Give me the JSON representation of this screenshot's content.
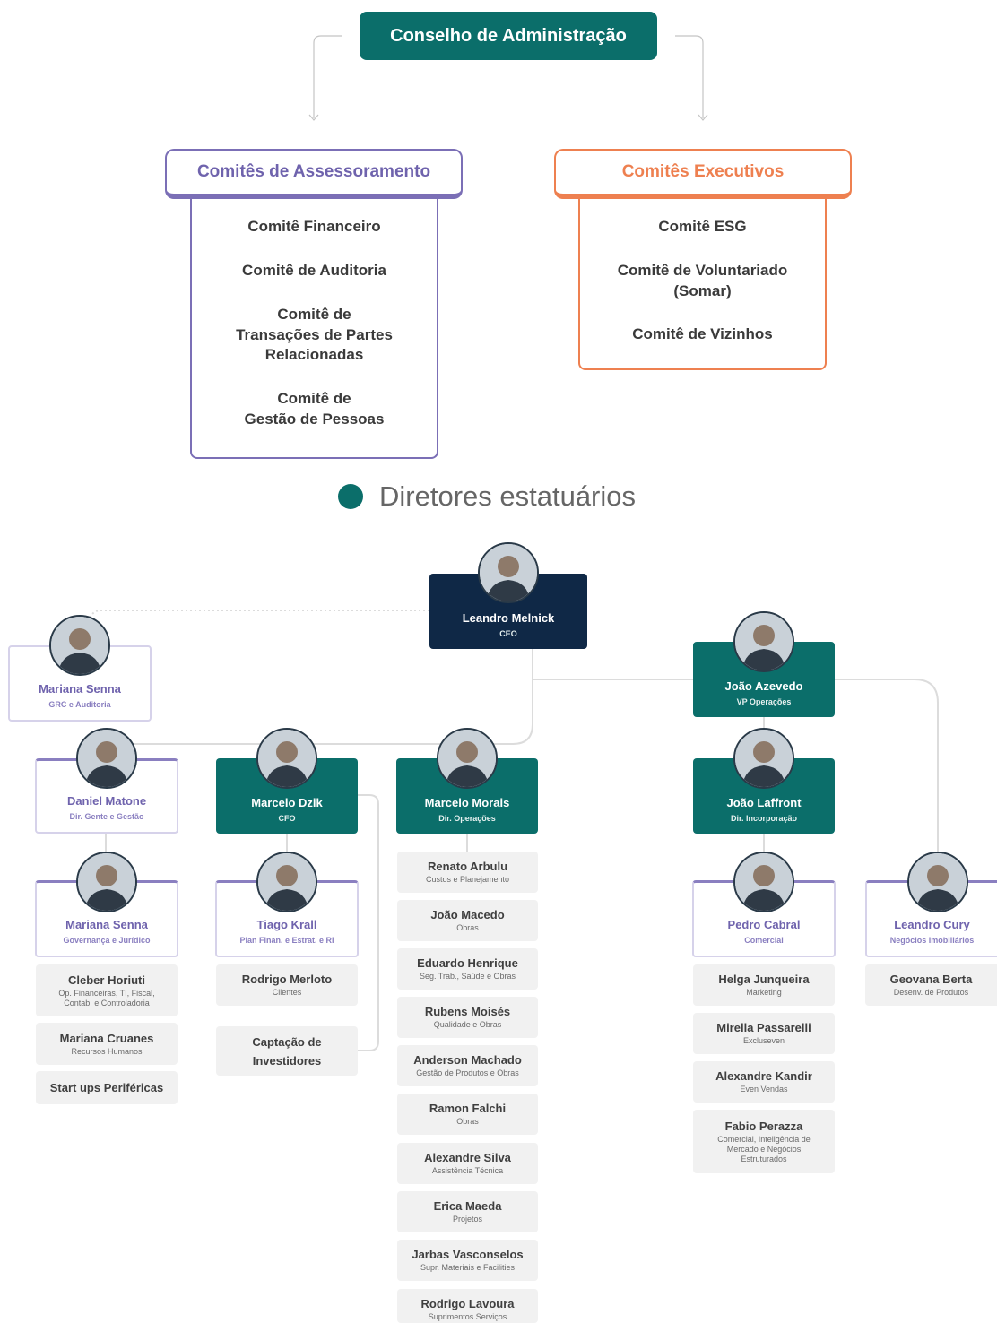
{
  "board": {
    "label": "Conselho de Administração"
  },
  "committees": {
    "advisory": {
      "title": "Comitês de Assessoramento",
      "items": [
        "Comitê Financeiro",
        "Comitê de Auditoria",
        "Comitê de\nTransações de Partes\nRelacionadas",
        "Comitê de\nGestão de Pessoas"
      ]
    },
    "executive": {
      "title": "Comitês Executivos",
      "items": [
        "Comitê ESG",
        "Comitê de Voluntariado\n(Somar)",
        "Comitê de Vizinhos"
      ]
    }
  },
  "legend": {
    "label": "Diretores estatuários",
    "color": "#0b6e6a"
  },
  "colors": {
    "statutory": "#0b6e6a",
    "ceo": "#0f2846",
    "advisory": "#7b6fb6",
    "executive": "#ee8050"
  },
  "people": {
    "ceo": {
      "name": "Leandro Melnick",
      "role": "CEO"
    },
    "grc": {
      "name": "Mariana Senna",
      "role": "GRC e Auditoria"
    },
    "vp_ops": {
      "name": "João Azevedo",
      "role": "VP Operações"
    },
    "gente": {
      "name": "Daniel Matone",
      "role": "Dir. Gente e Gestão"
    },
    "cfo": {
      "name": "Marcelo Dzik",
      "role": "CFO"
    },
    "operacoes": {
      "name": "Marcelo Morais",
      "role": "Dir. Operações"
    },
    "incorporacao": {
      "name": "João Laffront",
      "role": "Dir. Incorporação"
    },
    "juridico": {
      "name": "Mariana Senna",
      "role": "Governança e Jurídico"
    },
    "ri": {
      "name": "Tiago Krall",
      "role": "Plan Finan. e Estrat. e RI"
    },
    "comercial": {
      "name": "Pedro Cabral",
      "role": "Comercial"
    },
    "imobiliarios": {
      "name": "Leandro Cury",
      "role": "Negócios Imobiliários"
    }
  },
  "subs": {
    "juridico": [
      {
        "name": "Cleber Horiuti",
        "role": "Op. Financeiras, TI, Fiscal,\nContab. e Controladoria"
      },
      {
        "name": "Mariana Cruanes",
        "role": "Recursos Humanos"
      },
      {
        "name": "Start ups Periféricas",
        "role": ""
      }
    ],
    "ri": [
      {
        "name": "Rodrigo Merloto",
        "role": "Clientes"
      }
    ],
    "cfo_extra": {
      "name": "Captação de\nInvestidores"
    },
    "operacoes": [
      {
        "name": "Renato Arbulu",
        "role": "Custos e Planejamento"
      },
      {
        "name": "João Macedo",
        "role": "Obras"
      },
      {
        "name": "Eduardo Henrique",
        "role": "Seg. Trab., Saúde e Obras"
      },
      {
        "name": "Rubens Moisés",
        "role": "Qualidade e Obras"
      },
      {
        "name": "Anderson Machado",
        "role": "Gestão de Produtos e Obras"
      },
      {
        "name": "Ramon Falchi",
        "role": "Obras"
      },
      {
        "name": "Alexandre Silva",
        "role": "Assistência Técnica"
      },
      {
        "name": "Erica Maeda",
        "role": "Projetos"
      },
      {
        "name": "Jarbas Vasconselos",
        "role": "Supr. Materiais e Facilities"
      },
      {
        "name": "Rodrigo Lavoura",
        "role": "Suprimentos Serviços"
      }
    ],
    "comercial": [
      {
        "name": "Helga Junqueira",
        "role": "Marketing"
      },
      {
        "name": "Mirella Passarelli",
        "role": "Excluseven"
      },
      {
        "name": "Alexandre Kandir",
        "role": "Even Vendas"
      },
      {
        "name": "Fabio Perazza",
        "role": "Comercial, Inteligência de\nMercado e Negócios\nEstruturados"
      }
    ],
    "imobiliarios": [
      {
        "name": "Geovana Berta",
        "role": "Desenv. de Produtos"
      }
    ]
  }
}
